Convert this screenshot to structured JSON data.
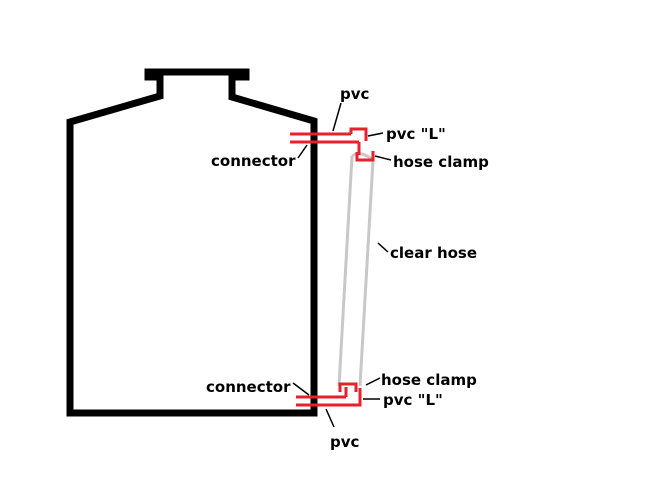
{
  "labels": {
    "pvc_top": "pvc",
    "pvc_l_top": "pvc \"L\"",
    "connector_top": "connector",
    "hose_clamp_top": "hose clamp",
    "clear_hose": "clear hose",
    "hose_clamp_bottom": "hose clamp",
    "connector_bottom": "connector",
    "pvc_l_bottom": "pvc \"L\"",
    "pvc_bottom": "pvc"
  },
  "colors": {
    "tank": "#000000",
    "pvc": "#e8222b",
    "hose": "#c8c8c8",
    "text": "#000000"
  }
}
